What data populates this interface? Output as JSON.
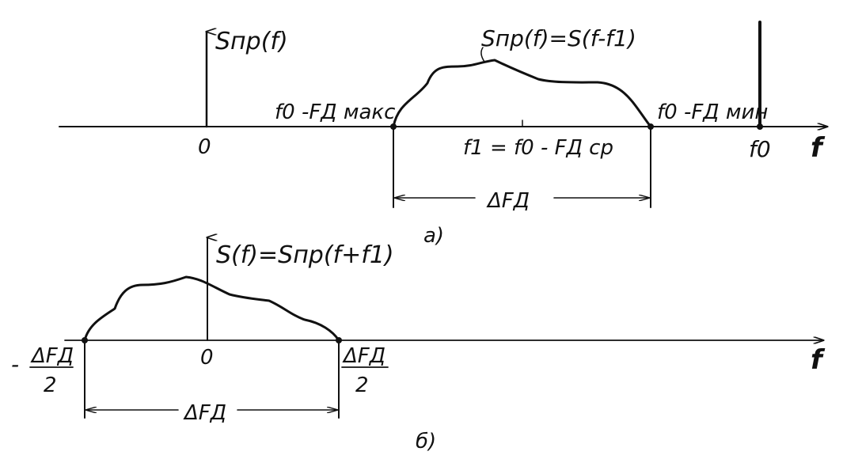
{
  "diagram_a": {
    "ylabel": "Sпр(f)",
    "curve_label": "Sпр(f)=S(f-f1)",
    "origin": "0",
    "left_edge": "f0 -FД макс",
    "right_edge": "f0 -FД мин",
    "center": "f1 = f0 - FД ср",
    "carrier": "f0",
    "axis": "f",
    "bandwidth": "ΔFД",
    "caption": "а)"
  },
  "diagram_b": {
    "ylabel": "S(f)=Sпр(f+f1)",
    "origin": "0",
    "left_sign": "-",
    "left_num": "ΔFД",
    "left_den": "2",
    "right_num": "ΔFД",
    "right_den": "2",
    "axis": "f",
    "bandwidth": "ΔFД",
    "caption": "б)"
  },
  "colors": {
    "ink": "#111111",
    "paper": "#ffffff"
  }
}
